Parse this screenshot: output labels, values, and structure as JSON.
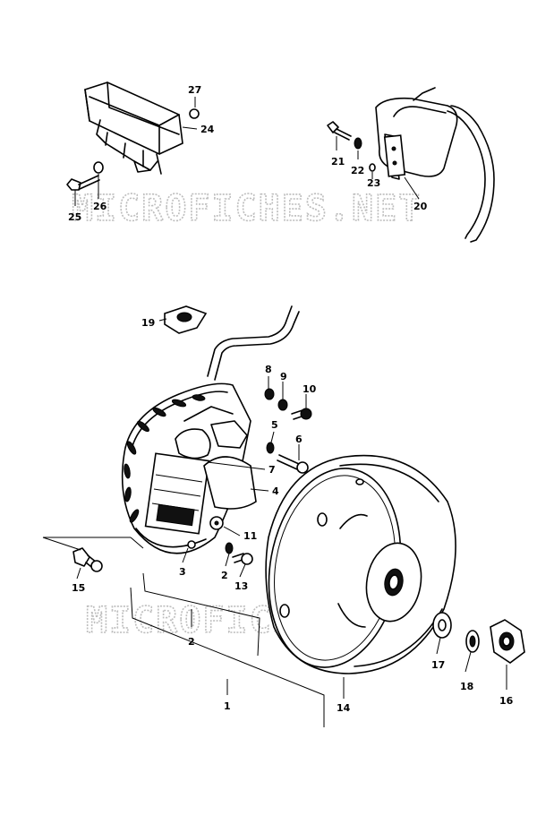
{
  "watermark": "MICROFICHES.NET",
  "callouts": {
    "c1": "1",
    "c2": "2",
    "c2b": "2",
    "c3": "3",
    "c4": "4",
    "c5": "5",
    "c6": "6",
    "c7": "7",
    "c8": "8",
    "c9": "9",
    "c10": "10",
    "c11": "11",
    "c13": "13",
    "c14": "14",
    "c15": "15",
    "c16": "16",
    "c17": "17",
    "c18": "18",
    "c19": "19",
    "c20": "20",
    "c21": "21",
    "c22": "22",
    "c23": "23",
    "c24": "24",
    "c25": "25",
    "c26": "26",
    "c27": "27"
  }
}
